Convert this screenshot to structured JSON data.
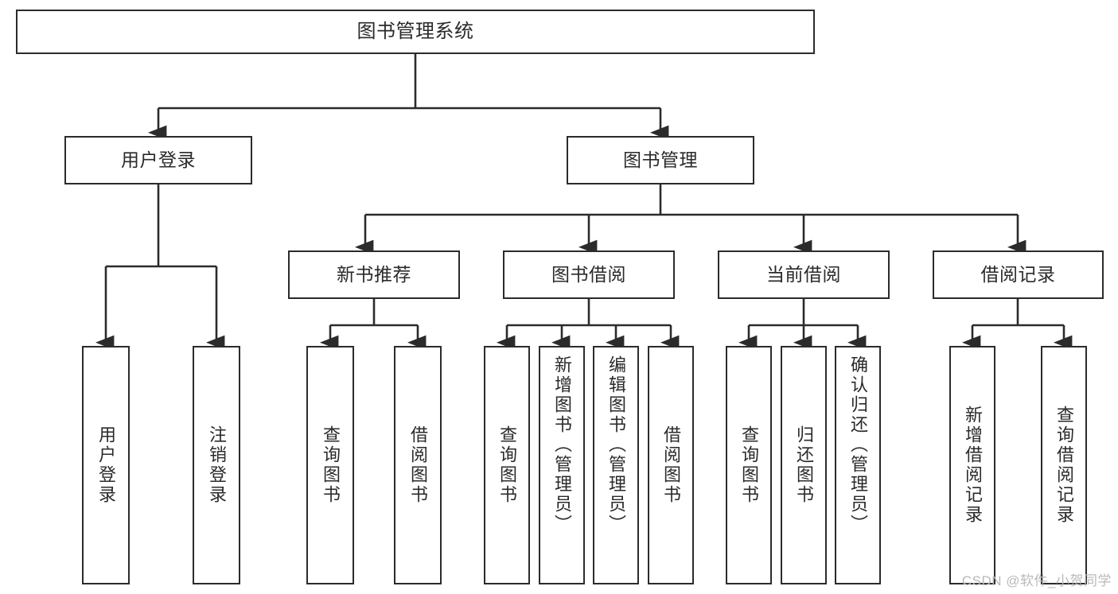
{
  "diagram": {
    "title": "图书管理系统",
    "type": "tree-hierarchy-chart",
    "accent_color": "#2b2b2b",
    "background_color": "#ffffff",
    "root": {
      "label": "图书管理系统"
    },
    "level2": [
      {
        "label": "用户登录"
      },
      {
        "label": "图书管理"
      }
    ],
    "level3": [
      {
        "label": "新书推荐"
      },
      {
        "label": "图书借阅"
      },
      {
        "label": "当前借阅"
      },
      {
        "label": "借阅记录"
      }
    ],
    "leaves": {
      "user_login": [
        {
          "label": "用户登录"
        },
        {
          "label": "注销登录"
        }
      ],
      "new_book_recommend": [
        {
          "label": "查询图书"
        },
        {
          "label": "借阅图书"
        }
      ],
      "book_borrow": [
        {
          "label": "查询图书"
        },
        {
          "label": "新增图书（管理员）"
        },
        {
          "label": "编辑图书（管理员）"
        },
        {
          "label": "借阅图书"
        }
      ],
      "current_borrow": [
        {
          "label": "查询图书"
        },
        {
          "label": "归还图书"
        },
        {
          "label": "确认归还（管理员）"
        }
      ],
      "borrow_record": [
        {
          "label": "新增借阅记录"
        },
        {
          "label": "查询借阅记录"
        }
      ]
    }
  },
  "watermark": {
    "text": "CSDN @软件_小贺同学"
  }
}
